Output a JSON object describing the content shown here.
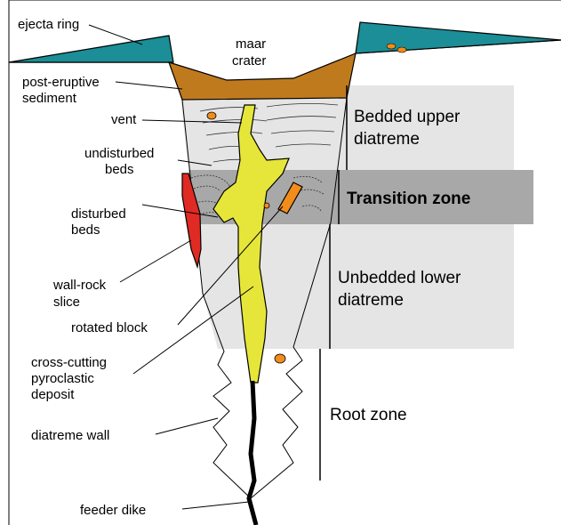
{
  "labels": {
    "ejecta_ring": "ejecta ring",
    "maar_crater_1": "maar",
    "maar_crater_2": "crater",
    "post_eruptive_1": "post-eruptive",
    "post_eruptive_2": "sediment",
    "vent": "vent",
    "undisturbed_1": "undisturbed",
    "undisturbed_2": "beds",
    "disturbed_1": "disturbed",
    "disturbed_2": "beds",
    "wall_rock_1": "wall-rock",
    "wall_rock_2": "slice",
    "rotated_block": "rotated block",
    "cross_cutting_1": "cross-cutting",
    "cross_cutting_2": "pyroclastic",
    "cross_cutting_3": "deposit",
    "diatreme_wall": "diatreme wall",
    "feeder_dike": "feeder dike"
  },
  "zones": {
    "bedded_upper_1": "Bedded upper",
    "bedded_upper_2": "diatreme",
    "transition": "Transition zone",
    "unbedded_lower_1": "Unbedded lower",
    "unbedded_lower_2": "diatreme",
    "root": "Root zone"
  },
  "colors": {
    "ejecta": "#1b8e97",
    "sediment": "#c07a1e",
    "zone_light": "#e5e5e5",
    "zone_dark": "#a8a8a8",
    "pyroclastic": "#e6e63a",
    "wall_rock_slice": "#e02a24",
    "rotated_block": "#f28c1c",
    "clast": "#f28c1c",
    "dike": "#000000"
  }
}
